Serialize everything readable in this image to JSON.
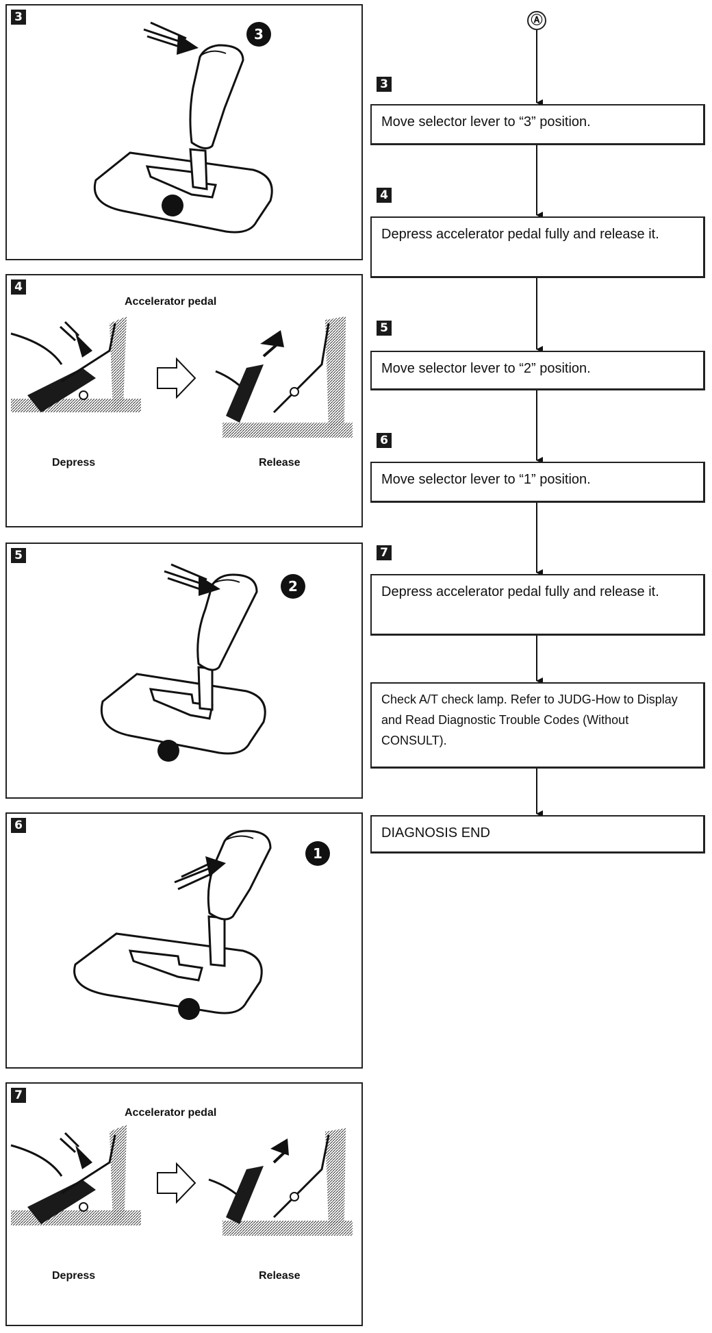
{
  "connector_label": "Ⓐ",
  "illustrations": [
    {
      "badge": "3",
      "circle_number": "3",
      "type": "selector-lever"
    },
    {
      "badge": "4",
      "title": "Accelerator pedal",
      "depress_label": "Depress",
      "release_label": "Release",
      "type": "pedal"
    },
    {
      "badge": "5",
      "circle_number": "2",
      "type": "selector-lever"
    },
    {
      "badge": "6",
      "circle_number": "1",
      "type": "selector-lever"
    },
    {
      "badge": "7",
      "title": "Accelerator pedal",
      "depress_label": "Depress",
      "release_label": "Release",
      "type": "pedal"
    }
  ],
  "flow": [
    {
      "step": "3",
      "text": "Move selector lever to “3” position."
    },
    {
      "step": "4",
      "text": "Depress accelerator pedal fully and release it."
    },
    {
      "step": "5",
      "text": "Move selector lever to “2” position."
    },
    {
      "step": "6",
      "text": "Move selector lever to “1” position."
    },
    {
      "step": "7",
      "text": "Depress accelerator pedal fully and release it."
    },
    {
      "step": "",
      "text": "Check A/T check lamp. Refer to JUDG-How to Display and Read Diagnostic Trouble Codes (Without CONSULT)."
    },
    {
      "step": "",
      "text": "DIAGNOSIS END"
    }
  ]
}
